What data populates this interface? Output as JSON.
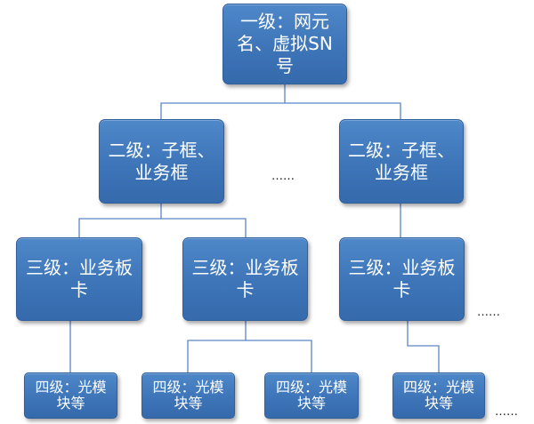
{
  "nodes": {
    "level1": "一级：网元名、虚拟SN号",
    "level2_a": "二级：子框、业务框",
    "level2_b": "二级：子框、业务框",
    "level3_a": "三级：业务板卡",
    "level3_b": "三级：业务板卡",
    "level3_c": "三级：业务板卡",
    "level4_a": "四级：光模块等",
    "level4_b": "四级：光模块等",
    "level4_c": "四级：光模块等",
    "level4_d": "四级：光模块等"
  },
  "ellipsis": {
    "level2": "……",
    "level3": "……",
    "level4": "……"
  },
  "colors": {
    "node_fill": "#3d75b8",
    "node_border": "#2f5f9c",
    "connector": "#5b86c5",
    "text": "#ffffff"
  }
}
